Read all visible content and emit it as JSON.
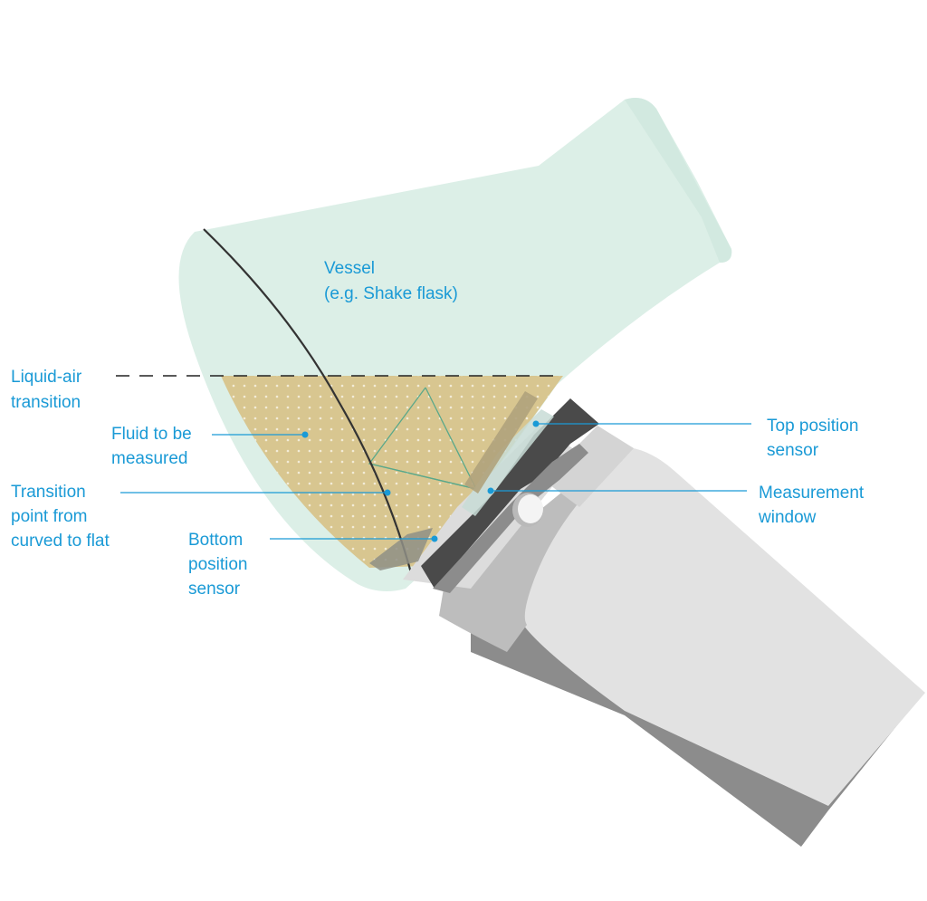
{
  "labels": {
    "vessel": [
      "Vessel",
      "(e.g. Shake flask)"
    ],
    "liquid_air": [
      "Liquid-air",
      "transition"
    ],
    "fluid": [
      "Fluid to be",
      "measured"
    ],
    "transition_point": [
      "Transition",
      "point from",
      "curved to flat"
    ],
    "bottom_sensor": [
      "Bottom",
      "position",
      "sensor"
    ],
    "top_sensor": [
      "Top position",
      "sensor"
    ],
    "measurement_window": [
      "Measurement",
      "window"
    ]
  },
  "colors": {
    "label": "#1a9ad6",
    "vessel": "#dcefe7",
    "fluid": "#d8c690",
    "ray": "#5aa88a",
    "device_light": "#e2e2e2",
    "device_mid": "#bdbdbd",
    "device_dark": "#8c8c8c",
    "device_darkest": "#4a4a4a",
    "dashed_line": "#222222"
  }
}
